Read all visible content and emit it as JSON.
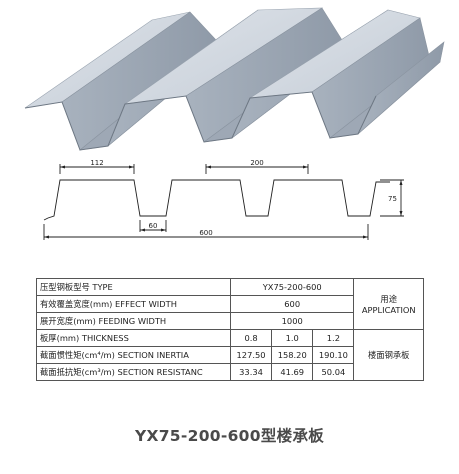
{
  "drawing": {
    "dim_top_flange": "112",
    "dim_pitch": "200",
    "dim_rib_bottom": "60",
    "dim_height": "75",
    "dim_cover_width": "600"
  },
  "spec_table": {
    "rows": [
      {
        "label": "压型钢板型号 TYPE",
        "value": "YX75-200-600"
      },
      {
        "label": "有效覆盖宽度(mm)  EFFECT WIDTH",
        "value": "600"
      },
      {
        "label": "展开宽度(mm)  FEEDING WIDTH",
        "value": "1000"
      }
    ],
    "thickness_label": "板厚(mm)  THICKNESS",
    "thickness_values": [
      "0.8",
      "1.0",
      "1.2"
    ],
    "inertia_label": "截面惯性矩(cm⁴/m)  SECTION INERTIA",
    "inertia_values": [
      "127.50",
      "158.20",
      "190.10"
    ],
    "resist_label": "截面抵抗矩(cm³/m)  SECTION RESISTANC",
    "resist_values": [
      "33.34",
      "41.69",
      "50.04"
    ],
    "application_cn": "用途",
    "application_en": "APPLICATION",
    "application_value": "楼面钢承板"
  },
  "caption": "YX75-200-600型楼承板",
  "colors": {
    "steel_light": "#d7dde5",
    "steel_mid": "#b3bdc9",
    "steel_dark": "#8d98a6"
  }
}
